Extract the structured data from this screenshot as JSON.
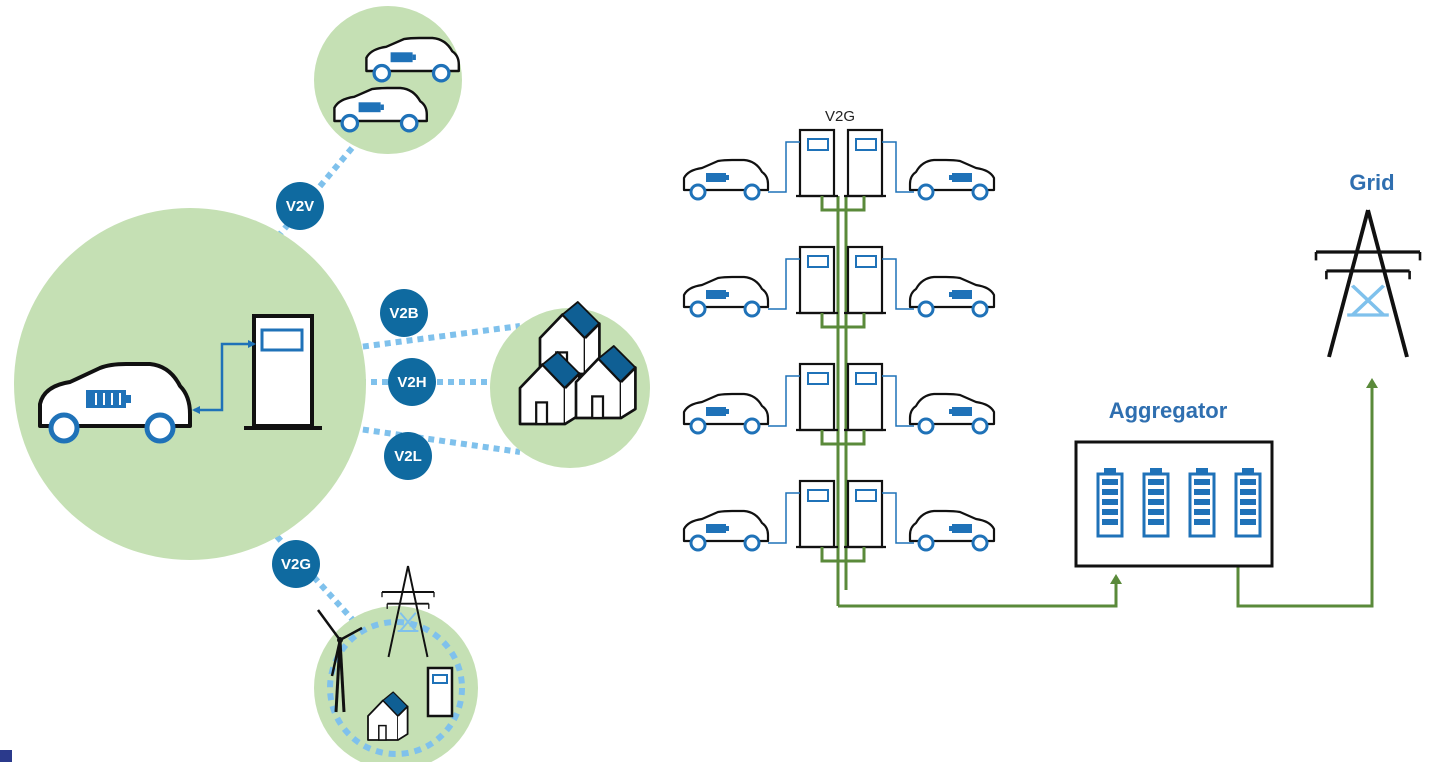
{
  "left_diagram": {
    "badges": {
      "v2v": "V2V",
      "v2b": "V2B",
      "v2h": "V2H",
      "v2l": "V2L",
      "v2g": "V2G"
    }
  },
  "right_diagram": {
    "v2g_title": "V2G",
    "aggregator_label": "Aggregator",
    "grid_label": "Grid",
    "charger_rows": 4
  },
  "colors": {
    "circle_fill": "#c5e0b4",
    "badge_fill": "#0f6aa0",
    "dotted_line": "#7fc1ec",
    "power_line": "#5a8a3a",
    "accent_blue": "#1f72b8",
    "label_blue": "#2f6fb0"
  },
  "icons": [
    "car-icon",
    "battery-icon",
    "charger-icon",
    "house-icon",
    "pylon-icon",
    "wind-turbine-icon"
  ]
}
